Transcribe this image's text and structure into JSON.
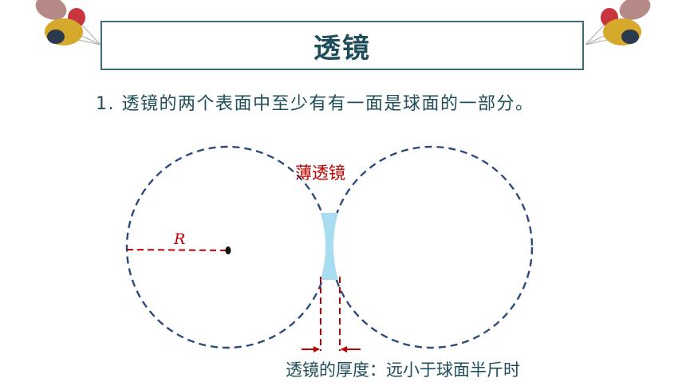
{
  "header": {
    "title": "透镜"
  },
  "content": {
    "point_1": "1. 透镜的两个表面中至少有有一面是球面的一部分。"
  },
  "diagram": {
    "label_thin_lens": "薄透镜",
    "label_radius": "R",
    "label_thickness": "透镜的厚度：远小于球面半斤时"
  },
  "colors": {
    "title_border": "#3d6b76",
    "title_text": "#1f4e5a",
    "circle_stroke": "#2c4a7c",
    "annotation_red": "#c00000",
    "lens_fill": "#a8dcf0"
  }
}
